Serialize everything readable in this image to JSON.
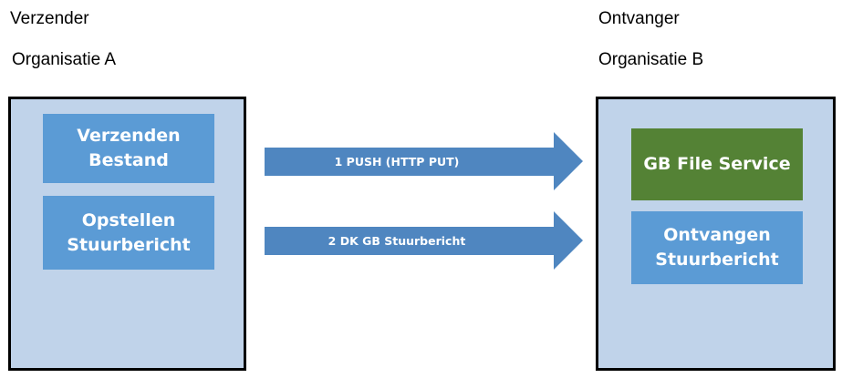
{
  "sender": {
    "role": "Verzender",
    "organisation": "Organisatie A",
    "boxes": [
      {
        "label": "Verzenden\nBestand"
      },
      {
        "label": "Opstellen\nStuurbericht"
      }
    ]
  },
  "receiver": {
    "role": "Ontvanger",
    "organisation": "Organisatie B",
    "boxes": [
      {
        "label": "GB File Service"
      },
      {
        "label": "Ontvangen\nStuurbericht"
      }
    ]
  },
  "arrows": [
    {
      "label": "1 PUSH (HTTP PUT)"
    },
    {
      "label": "2 DK GB Stuurbericht"
    }
  ],
  "colors": {
    "container_fill": "#c0d3ea",
    "box_blue": "#5b9bd5",
    "box_green": "#548235",
    "arrow_fill": "#4f86c0"
  }
}
